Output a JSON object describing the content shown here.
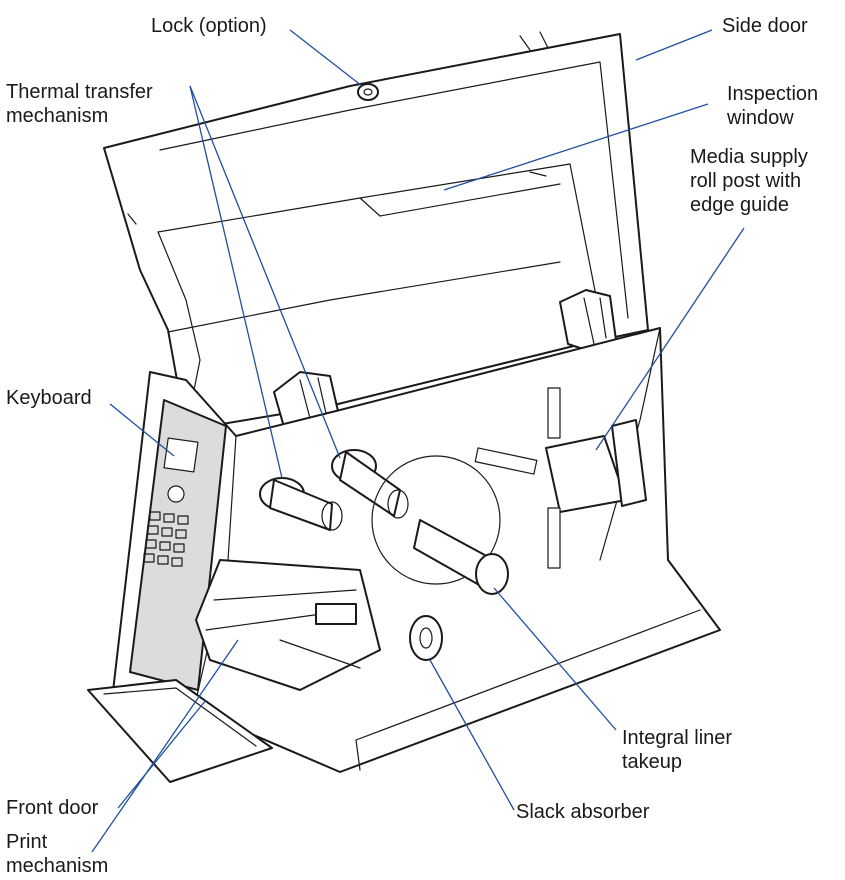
{
  "labels": {
    "lock": "Lock (option)",
    "side_door": "Side door",
    "thermal_transfer": "Thermal transfer\nmechanism",
    "inspection_window": "Inspection\nwindow",
    "media_supply": "Media supply\nroll post with\nedge guide",
    "keyboard": "Keyboard",
    "integral_liner": "Integral liner\ntakeup",
    "front_door": "Front door",
    "slack_absorber": "Slack absorber",
    "print_mechanism": "Print\nmechanism"
  },
  "colors": {
    "leader_line": "#1f4fa0",
    "outline": "#1a1a1a",
    "panel_shade": "#dcdcdc"
  }
}
